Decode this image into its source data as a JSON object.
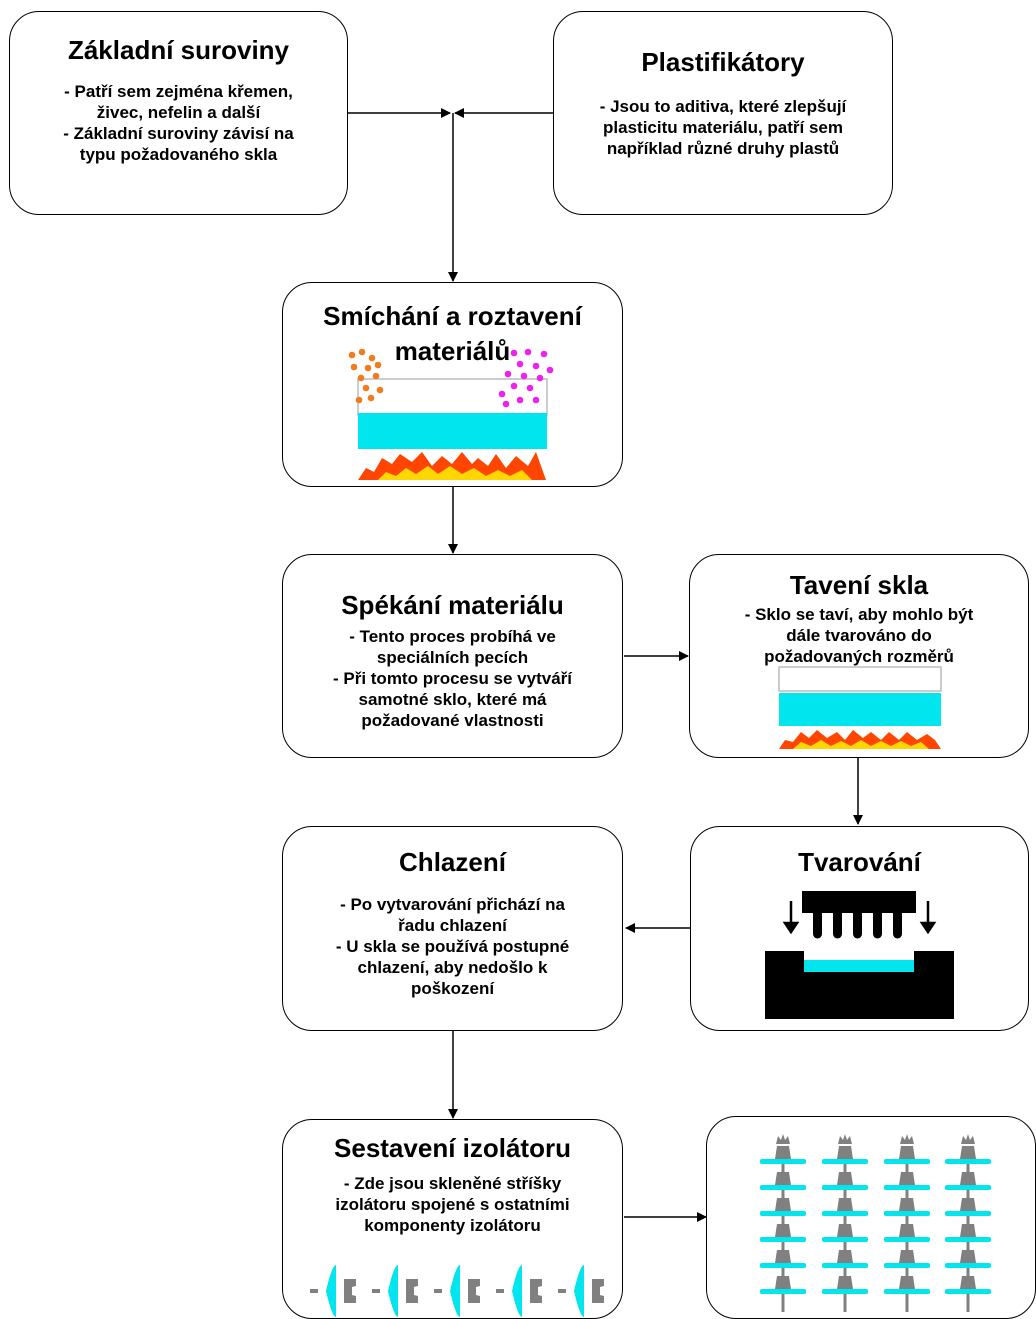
{
  "boxes": {
    "raw": {
      "title": "Základní suroviny",
      "lines": [
        "- Patří sem zejména křemen,",
        "živec, nefelin a další",
        "- Základní suroviny závisí na",
        "typu požadovaného skla"
      ]
    },
    "plast": {
      "title": "Plastifikátory",
      "lines": [
        "- Jsou to aditiva, které zlepšují",
        "plasticitu materiálu, patří sem",
        "například různé druhy plastů"
      ]
    },
    "mix": {
      "title_lines": [
        "Smíchání a roztavení",
        "materiálů"
      ]
    },
    "sinter": {
      "title": "Spékání materiálu",
      "lines": [
        "- Tento proces probíhá ve",
        "speciálních pecích",
        "- Při tomto procesu se vytváří",
        "samotné sklo, které má",
        "požadované vlastnosti"
      ]
    },
    "melt": {
      "title": "Tavení skla",
      "lines": [
        "- Sklo se taví, aby mohlo být",
        "dále tvarováno do",
        "požadovaných rozměrů"
      ]
    },
    "shape": {
      "title": "Tvarování"
    },
    "cool": {
      "title": "Chlazení",
      "lines": [
        "- Po vytvarování přichází na",
        "řadu chlazení",
        "- U skla se používá postupné",
        "chlazení, aby nedošlo k",
        "poškození"
      ]
    },
    "assembly": {
      "title": "Sestavení izolátoru",
      "lines": [
        "- Zde jsou skleněné stříšky",
        "izolátoru spojené s ostatními",
        "komponenty izolátoru"
      ]
    },
    "result": {}
  },
  "colors": {
    "glass": "#00e5ee",
    "flame_outer": "#ff4500",
    "flame_inner": "#ffd700",
    "particle_a": "#f07c1e",
    "particle_b": "#ee22ee",
    "metal": "#808080",
    "mold": "#000000"
  }
}
